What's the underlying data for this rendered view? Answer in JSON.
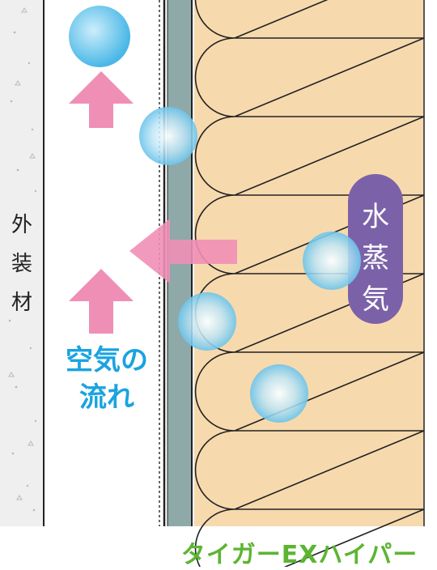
{
  "labels": {
    "cladding": [
      "外",
      "装",
      "材"
    ],
    "air_flow": [
      "空気の",
      "流れ"
    ],
    "water_vapor": [
      "水",
      "蒸",
      "気"
    ],
    "product_name": "タイガーEXハイパー"
  },
  "colors": {
    "cladding_fill": "#efefef",
    "board_fill": "#8fa9a9",
    "insulation_fill": "#f7d9ae",
    "arrow_pink": "#ef8fb6",
    "flow_text": "#1aa3e0",
    "vapor_pill": "#7b62a8",
    "product_text": "#5cb531",
    "bubble": "#8fd3ef"
  },
  "icons": [
    "arrow-up-icon",
    "arrow-left-icon",
    "water-droplet-icon"
  ]
}
